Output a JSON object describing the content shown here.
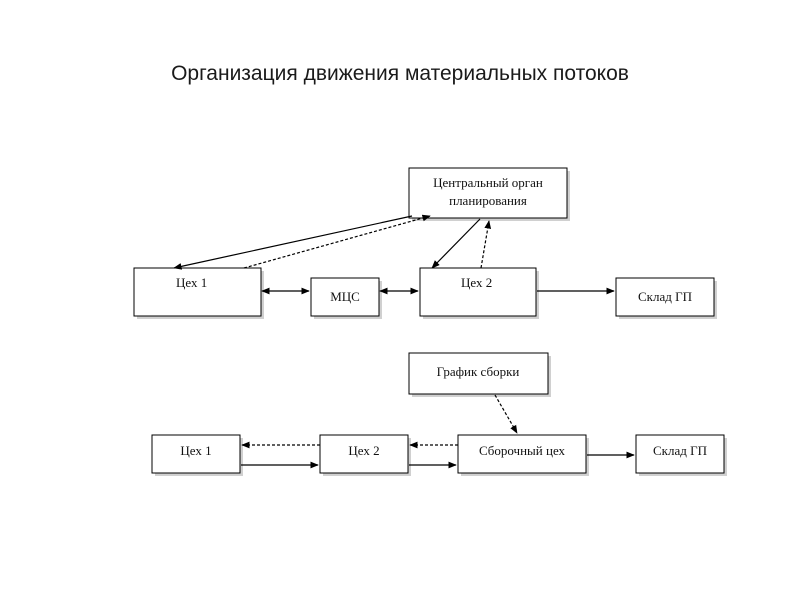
{
  "title": "Организация движения материальных потоков",
  "diagram1": {
    "planning": [
      "Центральный орган",
      "планирования"
    ],
    "shop1": "Цех 1",
    "mcs": "МЦС",
    "shop2": "Цех 2",
    "warehouse": "Склад ГП"
  },
  "diagram2": {
    "assembly_schedule": "График сборки",
    "shop1": "Цех 1",
    "shop2": "Цех 2",
    "assembly_shop": "Сборочный цех",
    "warehouse": "Склад ГП"
  }
}
